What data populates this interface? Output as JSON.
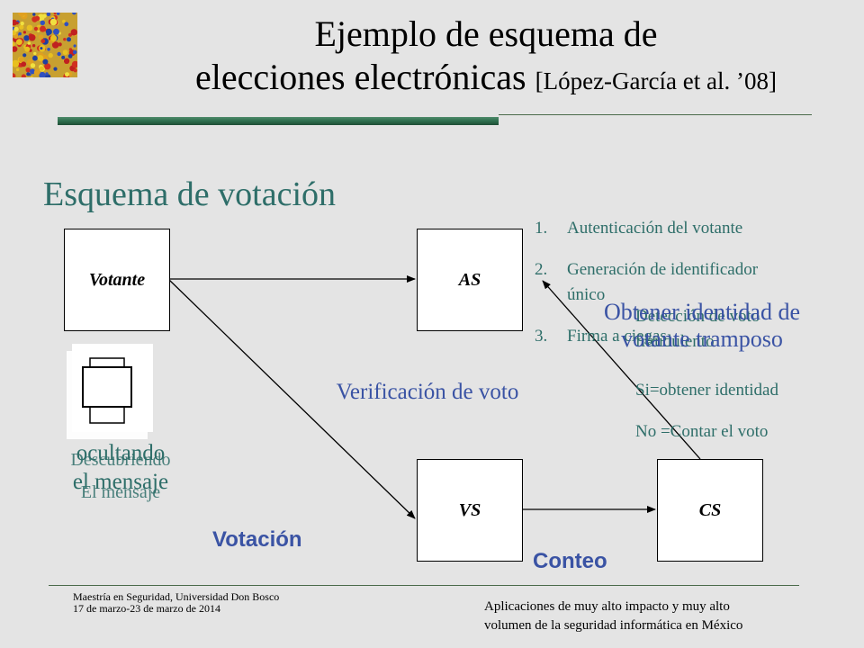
{
  "slide": {
    "title_line1": "Ejemplo de esquema de",
    "title_line2": "elecciones electrónicas",
    "title_citation": "[López-García et al. ’08]",
    "section_title": "Esquema de votación"
  },
  "boxes": {
    "votante": "Votante",
    "as": "AS",
    "vs": "VS",
    "cs": "CS"
  },
  "steps": [
    {
      "num": "1.",
      "text": "Autenticación del votante"
    },
    {
      "num": "2.",
      "text": "Generación de identificador único"
    },
    {
      "num": "3.",
      "text": "Firma a ciegas"
    }
  ],
  "labels": {
    "ocultando_line1": "ocultando",
    "ocultando_line2": "el mensaje",
    "descubriendo_line1": "Descubriendo",
    "descubriendo_line2": "El mensaje",
    "verificacion": "Verificación de voto",
    "obtener": "Obtener identidad de votante tramposo",
    "deteccion": "Detección de voto fraudulento",
    "si": "Si=obtener identidad",
    "no": "No =Contar el voto",
    "votacion": "Votación",
    "conteo": "Conteo"
  },
  "footer": {
    "left_line1": "Maestría en Seguridad, Universidad Don Bosco",
    "left_line2": "17 de marzo-23 de marzo de 2014",
    "right_line1": "Aplicaciones de muy alto impacto y muy alto",
    "right_line2": "volumen de la seguridad informática en México"
  },
  "colors": {
    "background": "#e4e4e4",
    "teal_text": "#2e6e69",
    "blue_text": "#3a53a4",
    "bar": "#2e6e4e"
  }
}
